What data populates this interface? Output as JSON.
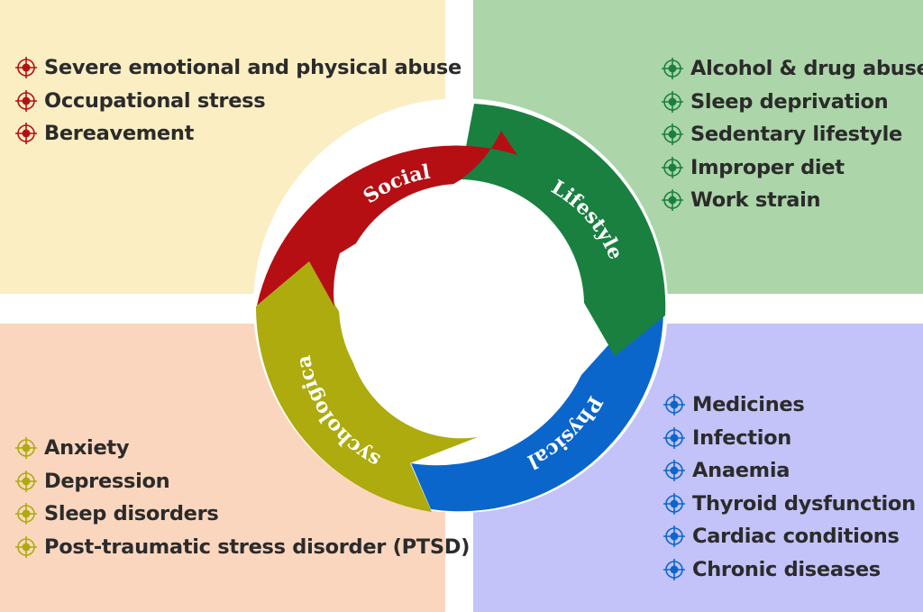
{
  "colors": {
    "social": "#b50f14",
    "lifestyle": "#1a8040",
    "physical": "#0b66cc",
    "psychological": "#adab0d"
  },
  "segments": {
    "social": "Social",
    "lifestyle": "Lifestyle",
    "physical": "Physical",
    "psychological": "psychological"
  },
  "social": {
    "items": [
      "Severe emotional and physical abuse",
      "Occupational stress",
      "Bereavement"
    ]
  },
  "lifestyle": {
    "items": [
      "Alcohol & drug abuse",
      "Sleep deprivation",
      "Sedentary lifestyle",
      "Improper diet",
      "Work strain"
    ]
  },
  "psychological": {
    "items": [
      "Anxiety",
      "Depression",
      "Sleep disorders",
      "Post-traumatic stress disorder (PTSD)"
    ]
  },
  "physical": {
    "items": [
      "Medicines",
      "Infection",
      "Anaemia",
      "Thyroid dysfunction",
      "Cardiac conditions",
      "Chronic diseases"
    ]
  }
}
